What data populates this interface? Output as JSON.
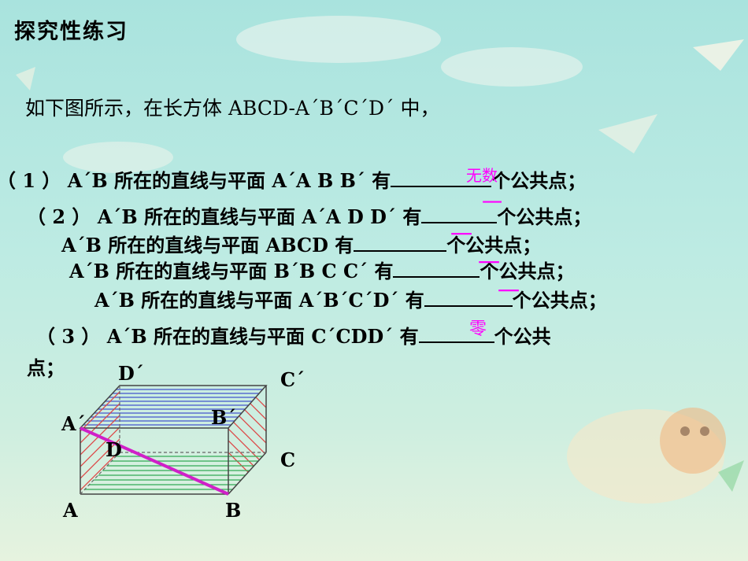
{
  "title": "探究性练习",
  "intro": "如下图所示，在长方体 ABCD-A´B´C´D´ 中，",
  "q1": {
    "prefix": "（ 1 ）  A´B 所在的直线与平面 A´A B B´ 有",
    "suffix": "个公共点；",
    "answer": "无数"
  },
  "q2a": {
    "prefix": "（ 2 ）    A´B 所在的直线与平面 A´A D D´ 有",
    "suffix": "个公共点；",
    "answer": "一"
  },
  "q2b": {
    "prefix": "A´B 所在的直线与平面 ABCD 有",
    "suffix": "个公共点；",
    "answer": "一"
  },
  "q2c": {
    "prefix": "A´B 所在的直线与平面 B´B C C´ 有",
    "suffix": "个公共点；",
    "answer": "一"
  },
  "q2d": {
    "prefix": "A´B 所在的直线与平面 A´B´C´D´ 有",
    "suffix": "个公共点；",
    "answer": "一"
  },
  "q3": {
    "prefix": "（ 3 ）  A´B 所在的直线与平面 C´CDD´ 有",
    "suffix": "个公共",
    "suffix2": "点；",
    "answer": "零"
  },
  "labels": {
    "A": "A",
    "B": "B",
    "C": "C",
    "D": "D",
    "A1": "A´",
    "B1": "B´",
    "C1": "C´",
    "D1": "D´"
  },
  "colors": {
    "answer": "#ff00ff",
    "diagonal": "#d020c8",
    "top_hatch": "#4455cc",
    "side_hatch": "#dd4444",
    "bottom_hatch": "#33aa55"
  }
}
